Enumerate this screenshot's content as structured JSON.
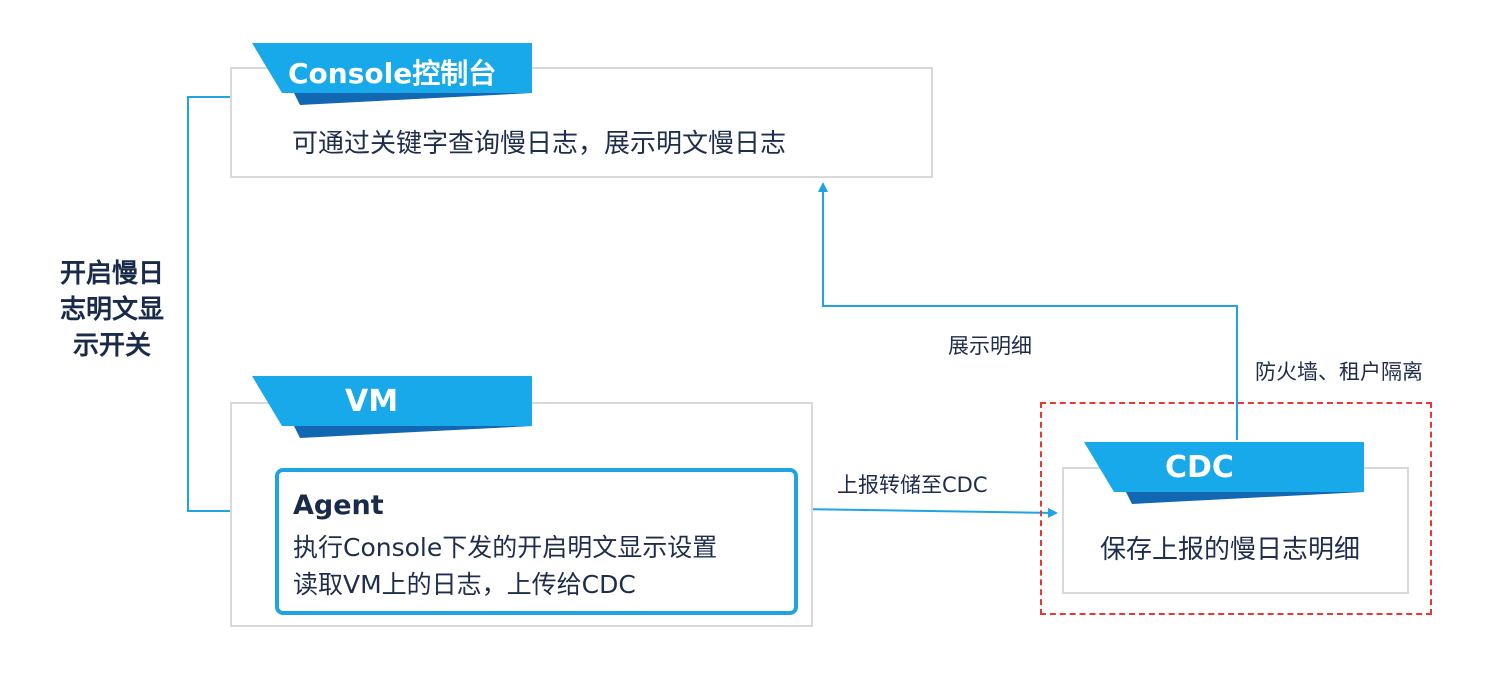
{
  "console": {
    "title": "Console控制台",
    "description": "可通过关键字查询慢日志，展示明文慢日志"
  },
  "switch_label": [
    "开启慢日",
    "志明文显",
    "示开关"
  ],
  "vm": {
    "title": "VM"
  },
  "agent": {
    "title": "Agent",
    "line1": "执行Console下发的开启明文显示设置",
    "line2": "读取VM上的日志，上传给CDC"
  },
  "cdc": {
    "title": "CDC",
    "description": "保存上报的慢日志明细"
  },
  "edges": {
    "report": "上报转储至CDC",
    "show_detail": "展示明细",
    "firewall": "防火墙、租户隔离"
  },
  "colors": {
    "accent": "#1fa3e3",
    "tab_light": "#18a9ea",
    "tab_dark": "#1167b1",
    "border": "#d9d9d9",
    "dashed": "#e53935",
    "text": "#1f2d4d"
  }
}
